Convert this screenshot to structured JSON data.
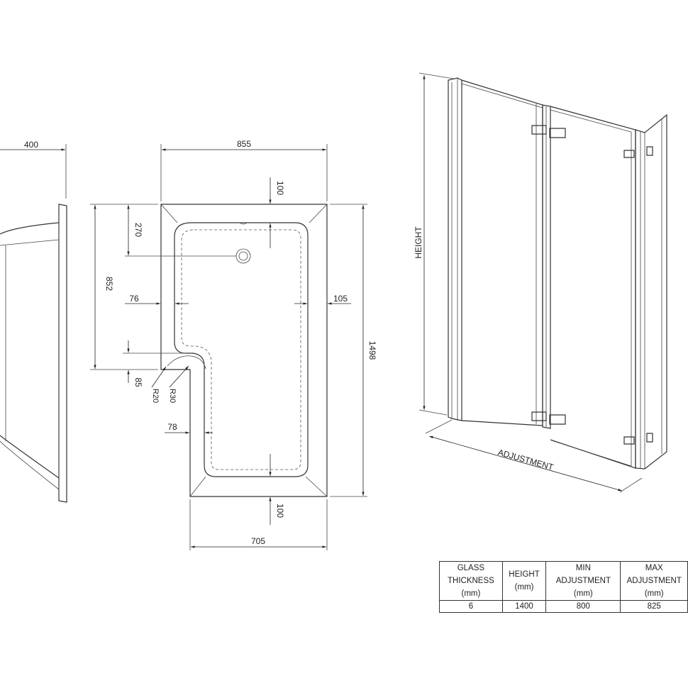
{
  "side_view": {
    "width_label": "400"
  },
  "plan_view": {
    "top_width": "855",
    "bottom_width": "705",
    "top_rim": "100",
    "bottom_rim": "100",
    "total_length": "1498",
    "upper_length": "852",
    "waste_offset": "270",
    "left_rim_upper": "76",
    "right_rim": "105",
    "step_depth": "85",
    "left_rim_lower": "78",
    "radius_inner": "R20",
    "radius_outer": "R30"
  },
  "screen_view": {
    "height_label": "HEIGHT",
    "adjustment_label": "ADJUSTMENT"
  },
  "table": {
    "headers": [
      "GLASS\nTHICKNESS\n(mm)",
      "HEIGHT\n(mm)",
      "MIN\nADJUSTMENT\n(mm)",
      "MAX\nADJUSTMENT\n(mm)"
    ],
    "rows": [
      [
        "6",
        "1400",
        "800",
        "825"
      ]
    ]
  }
}
